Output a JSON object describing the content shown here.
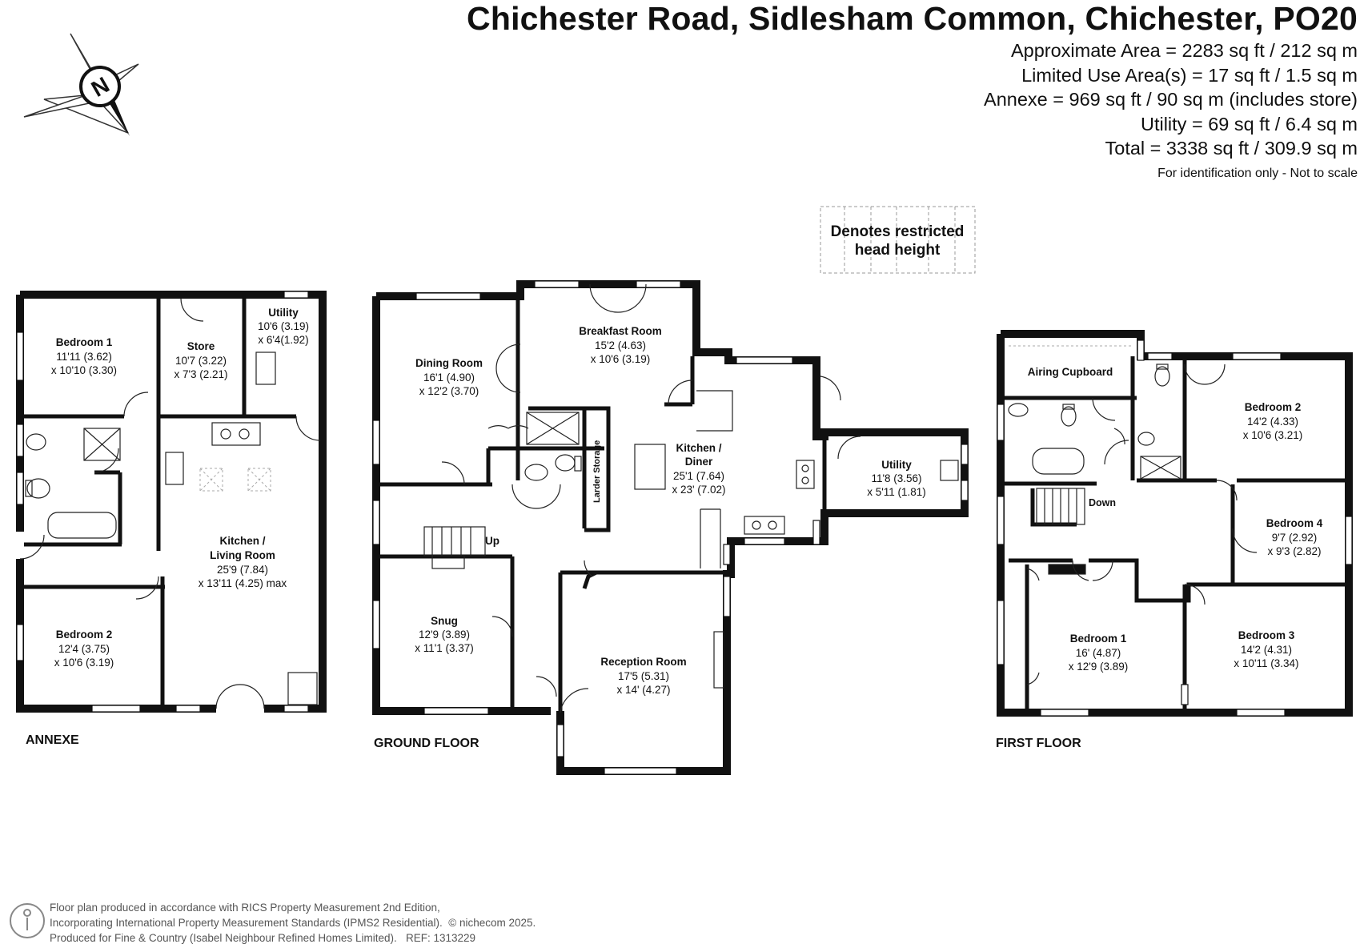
{
  "title": "Chichester Road, Sidlesham Common, Chichester, PO20",
  "areas": [
    "Approximate Area = 2283 sq ft / 212 sq m",
    "Limited Use Area(s) = 17 sq ft / 1.5 sq m",
    "Annexe = 969 sq ft / 90 sq m (includes store)",
    "Utility = 69 sq ft / 6.4 sq m",
    "Total = 3338 sq ft / 309.9 sq m"
  ],
  "scale_note": "For identification only - Not to scale",
  "compass_letter": "N",
  "legend_label": [
    "Denotes restricted",
    "head height"
  ],
  "floors": {
    "annexe": {
      "label": "ANNEXE",
      "rooms": [
        {
          "name": "Bedroom 1",
          "dims": [
            "11'11 (3.62)",
            "x 10'10 (3.30)"
          ]
        },
        {
          "name": "Store",
          "dims": [
            "10'7 (3.22)",
            "x 7'3 (2.21)"
          ]
        },
        {
          "name": "Utility",
          "dims": [
            "10'6 (3.19)",
            "x 6'4(1.92)"
          ]
        },
        {
          "name": "Kitchen /",
          "name2": "Living Room",
          "dims": [
            "25'9 (7.84)",
            "x 13'11 (4.25) max"
          ]
        },
        {
          "name": "Bedroom 2",
          "dims": [
            "12'4 (3.75)",
            "x 10'6 (3.19)"
          ]
        }
      ]
    },
    "ground": {
      "label": "GROUND FLOOR",
      "stairs_label": "Up",
      "larder_label": "Larder Storage",
      "rooms": [
        {
          "name": "Breakfast Room",
          "dims": [
            "15'2 (4.63)",
            "x 10'6 (3.19)"
          ]
        },
        {
          "name": "Dining Room",
          "dims": [
            "16'1 (4.90)",
            "x 12'2 (3.70)"
          ]
        },
        {
          "name": "Kitchen /",
          "name2": "Diner",
          "dims": [
            "25'1 (7.64)",
            "x 23' (7.02)"
          ]
        },
        {
          "name": "Utility",
          "dims": [
            "11'8 (3.56)",
            "x 5'11 (1.81)"
          ]
        },
        {
          "name": "Snug",
          "dims": [
            "12'9 (3.89)",
            "x 11'1 (3.37)"
          ]
        },
        {
          "name": "Reception Room",
          "dims": [
            "17'5 (5.31)",
            "x 14' (4.27)"
          ]
        }
      ]
    },
    "first": {
      "label": "FIRST FLOOR",
      "stairs_label": "Down",
      "rooms": [
        {
          "name": "Airing Cupboard",
          "dims": []
        },
        {
          "name": "Bedroom 2",
          "dims": [
            "14'2 (4.33)",
            "x 10'6 (3.21)"
          ]
        },
        {
          "name": "Bedroom 4",
          "dims": [
            "9'7 (2.92)",
            "x 9'3 (2.82)"
          ]
        },
        {
          "name": "Bedroom 1",
          "dims": [
            "16' (4.87)",
            "x 12'9 (3.89)"
          ]
        },
        {
          "name": "Bedroom 3",
          "dims": [
            "14'2 (4.31)",
            "x 10'11 (3.34)"
          ]
        }
      ]
    }
  },
  "footer": {
    "lines": [
      "Floor plan produced in accordance with RICS Property Measurement 2nd Edition,",
      "Incorporating International Property Measurement Standards (IPMS2 Residential).",
      "Produced for Fine & Country (Isabel Neighbour Refined Homes Limited)."
    ],
    "copyright": "© nichecom 2025.",
    "ref": "REF: 1313229"
  }
}
